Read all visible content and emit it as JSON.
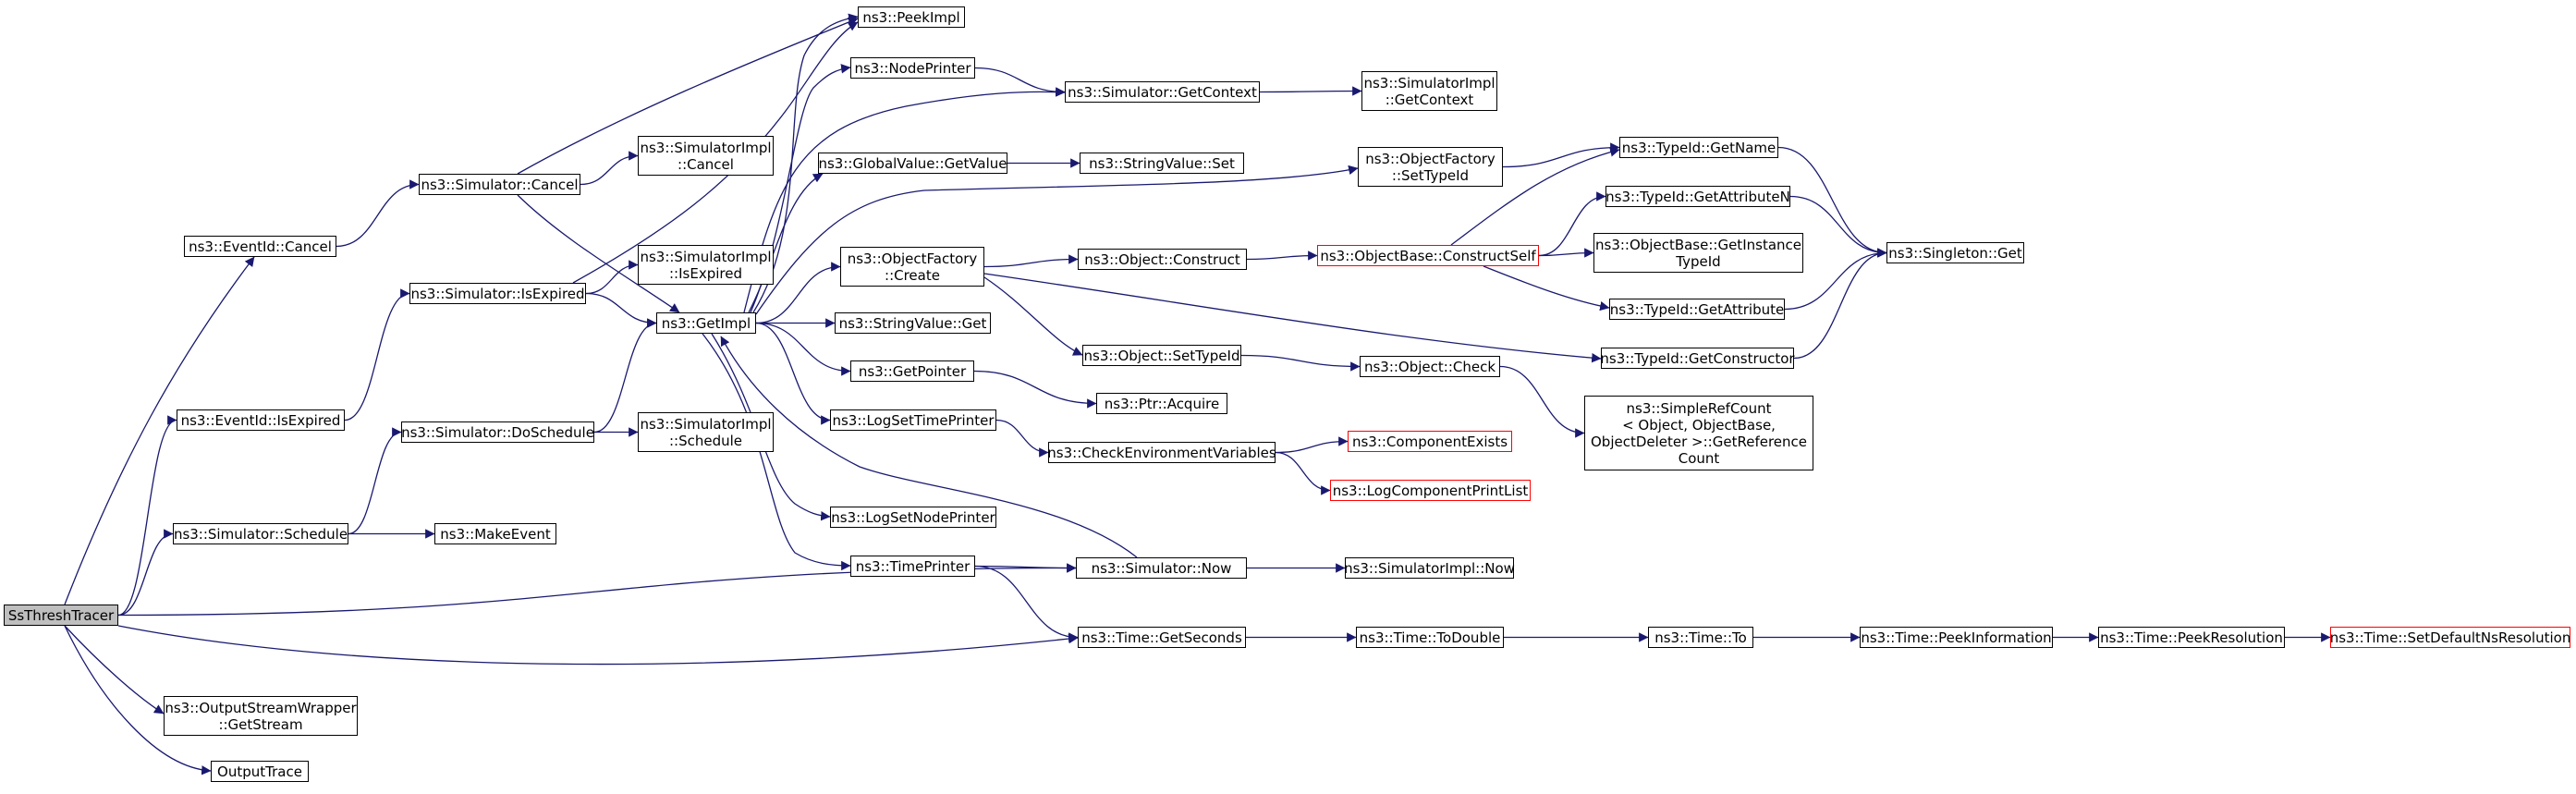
{
  "diagram": {
    "colors": {
      "edge": "#191970",
      "node_border": "#000000",
      "incomplete_border": "#ff0000",
      "root_fill": "#bfbfbf"
    },
    "nodes": [
      {
        "id": "root",
        "label": "SsThreshTracer",
        "style": "root"
      },
      {
        "id": "eventid_cancel",
        "label": "ns3::EventId::Cancel"
      },
      {
        "id": "eventid_isexpired",
        "label": "ns3::EventId::IsExpired"
      },
      {
        "id": "sim_schedule",
        "label": "ns3::Simulator::Schedule"
      },
      {
        "id": "osw_getstream",
        "label": "ns3::OutputStreamWrapper\n::GetStream"
      },
      {
        "id": "outputtrace",
        "label": "OutputTrace"
      },
      {
        "id": "sim_cancel",
        "label": "ns3::Simulator::Cancel"
      },
      {
        "id": "sim_isexpired",
        "label": "ns3::Simulator::IsExpired"
      },
      {
        "id": "sim_doschedule",
        "label": "ns3::Simulator::DoSchedule"
      },
      {
        "id": "makeevent",
        "label": "ns3::MakeEvent"
      },
      {
        "id": "simimpl_cancel",
        "label": "ns3::SimulatorImpl\n::Cancel"
      },
      {
        "id": "simimpl_isexpired",
        "label": "ns3::SimulatorImpl\n::IsExpired"
      },
      {
        "id": "simimpl_schedule",
        "label": "ns3::SimulatorImpl\n::Schedule"
      },
      {
        "id": "getimpl",
        "label": "ns3::GetImpl"
      },
      {
        "id": "peekimpl",
        "label": "ns3::PeekImpl"
      },
      {
        "id": "nodeprinter",
        "label": "ns3::NodePrinter"
      },
      {
        "id": "globalvalue_getvalue",
        "label": "ns3::GlobalValue::GetValue"
      },
      {
        "id": "objectfactory_create",
        "label": "ns3::ObjectFactory\n::Create"
      },
      {
        "id": "stringvalue_get",
        "label": "ns3::StringValue::Get"
      },
      {
        "id": "getpointer",
        "label": "ns3::GetPointer"
      },
      {
        "id": "logsettimeprinter",
        "label": "ns3::LogSetTimePrinter"
      },
      {
        "id": "logsetnodeprinter",
        "label": "ns3::LogSetNodePrinter"
      },
      {
        "id": "timeprinter",
        "label": "ns3::TimePrinter"
      },
      {
        "id": "sim_getcontext",
        "label": "ns3::Simulator::GetContext"
      },
      {
        "id": "stringvalue_set",
        "label": "ns3::StringValue::Set"
      },
      {
        "id": "object_construct",
        "label": "ns3::Object::Construct"
      },
      {
        "id": "object_settypeid",
        "label": "ns3::Object::SetTypeId"
      },
      {
        "id": "ptr_acquire",
        "label": "ns3::Ptr::Acquire"
      },
      {
        "id": "checkenv",
        "label": "ns3::CheckEnvironmentVariables"
      },
      {
        "id": "sim_now",
        "label": "ns3::Simulator::Now"
      },
      {
        "id": "time_getseconds",
        "label": "ns3::Time::GetSeconds"
      },
      {
        "id": "simimpl_getcontext",
        "label": "ns3::SimulatorImpl\n::GetContext"
      },
      {
        "id": "objectfactory_settypeid",
        "label": "ns3::ObjectFactory\n::SetTypeId"
      },
      {
        "id": "objectbase_constructself",
        "label": "ns3::ObjectBase::ConstructSelf",
        "style": "red"
      },
      {
        "id": "object_check",
        "label": "ns3::Object::Check"
      },
      {
        "id": "componentexists",
        "label": "ns3::ComponentExists",
        "style": "red"
      },
      {
        "id": "logcomponentprintlist",
        "label": "ns3::LogComponentPrintList",
        "style": "red"
      },
      {
        "id": "simimpl_now",
        "label": "ns3::SimulatorImpl::Now"
      },
      {
        "id": "time_todouble",
        "label": "ns3::Time::ToDouble"
      },
      {
        "id": "typeid_getname",
        "label": "ns3::TypeId::GetName"
      },
      {
        "id": "typeid_getattributen",
        "label": "ns3::TypeId::GetAttributeN"
      },
      {
        "id": "objectbase_getinstancetypeid",
        "label": "ns3::ObjectBase::GetInstance\nTypeId"
      },
      {
        "id": "typeid_getattribute",
        "label": "ns3::TypeId::GetAttribute"
      },
      {
        "id": "typeid_getconstructor",
        "label": "ns3::TypeId::GetConstructor"
      },
      {
        "id": "simplerefcount",
        "label": "ns3::SimpleRefCount\n< Object, ObjectBase,\n ObjectDeleter >::GetReference\nCount"
      },
      {
        "id": "time_to",
        "label": "ns3::Time::To"
      },
      {
        "id": "singleton_get",
        "label": "ns3::Singleton::Get"
      },
      {
        "id": "time_peekinformation",
        "label": "ns3::Time::PeekInformation"
      },
      {
        "id": "time_peekresolution",
        "label": "ns3::Time::PeekResolution"
      },
      {
        "id": "time_setdefaultnsresolution",
        "label": "ns3::Time::SetDefaultNsResolution",
        "style": "red"
      }
    ],
    "edges": [
      [
        "root",
        "eventid_cancel"
      ],
      [
        "root",
        "eventid_isexpired"
      ],
      [
        "root",
        "sim_schedule"
      ],
      [
        "root",
        "sim_now"
      ],
      [
        "root",
        "time_getseconds"
      ],
      [
        "root",
        "osw_getstream"
      ],
      [
        "root",
        "outputtrace"
      ],
      [
        "eventid_cancel",
        "sim_cancel"
      ],
      [
        "eventid_isexpired",
        "sim_isexpired"
      ],
      [
        "sim_schedule",
        "sim_doschedule"
      ],
      [
        "sim_schedule",
        "makeevent"
      ],
      [
        "sim_cancel",
        "simimpl_cancel"
      ],
      [
        "sim_cancel",
        "getimpl"
      ],
      [
        "sim_cancel",
        "peekimpl"
      ],
      [
        "sim_isexpired",
        "simimpl_isexpired"
      ],
      [
        "sim_isexpired",
        "getimpl"
      ],
      [
        "sim_isexpired",
        "peekimpl"
      ],
      [
        "sim_doschedule",
        "simimpl_schedule"
      ],
      [
        "sim_doschedule",
        "getimpl"
      ],
      [
        "getimpl",
        "peekimpl"
      ],
      [
        "getimpl",
        "nodeprinter"
      ],
      [
        "getimpl",
        "globalvalue_getvalue"
      ],
      [
        "getimpl",
        "objectfactory_settypeid"
      ],
      [
        "getimpl",
        "objectfactory_create"
      ],
      [
        "getimpl",
        "stringvalue_get"
      ],
      [
        "getimpl",
        "getpointer"
      ],
      [
        "getimpl",
        "logsettimeprinter"
      ],
      [
        "getimpl",
        "logsetnodeprinter"
      ],
      [
        "getimpl",
        "timeprinter"
      ],
      [
        "getimpl",
        "sim_getcontext"
      ],
      [
        "nodeprinter",
        "sim_getcontext"
      ],
      [
        "sim_getcontext",
        "simimpl_getcontext"
      ],
      [
        "globalvalue_getvalue",
        "stringvalue_set"
      ],
      [
        "objectfactory_create",
        "object_construct"
      ],
      [
        "objectfactory_create",
        "object_settypeid"
      ],
      [
        "objectfactory_create",
        "typeid_getconstructor"
      ],
      [
        "object_construct",
        "objectbase_constructself"
      ],
      [
        "objectbase_constructself",
        "typeid_getname"
      ],
      [
        "objectbase_constructself",
        "typeid_getattributen"
      ],
      [
        "objectbase_constructself",
        "objectbase_getinstancetypeid"
      ],
      [
        "objectbase_constructself",
        "typeid_getattribute"
      ],
      [
        "objectfactory_settypeid",
        "typeid_getname"
      ],
      [
        "typeid_getname",
        "singleton_get"
      ],
      [
        "typeid_getattributen",
        "singleton_get"
      ],
      [
        "typeid_getattribute",
        "singleton_get"
      ],
      [
        "typeid_getconstructor",
        "singleton_get"
      ],
      [
        "object_settypeid",
        "object_check"
      ],
      [
        "object_check",
        "simplerefcount"
      ],
      [
        "getpointer",
        "ptr_acquire"
      ],
      [
        "logsettimeprinter",
        "checkenv"
      ],
      [
        "checkenv",
        "componentexists"
      ],
      [
        "checkenv",
        "logcomponentprintlist"
      ],
      [
        "timeprinter",
        "sim_now"
      ],
      [
        "timeprinter",
        "time_getseconds"
      ],
      [
        "sim_now",
        "simimpl_now"
      ],
      [
        "sim_now",
        "getimpl"
      ],
      [
        "time_getseconds",
        "time_todouble"
      ],
      [
        "time_todouble",
        "time_to"
      ],
      [
        "time_to",
        "time_peekinformation"
      ],
      [
        "time_peekinformation",
        "time_peekresolution"
      ],
      [
        "time_peekresolution",
        "time_setdefaultnsresolution"
      ]
    ]
  }
}
